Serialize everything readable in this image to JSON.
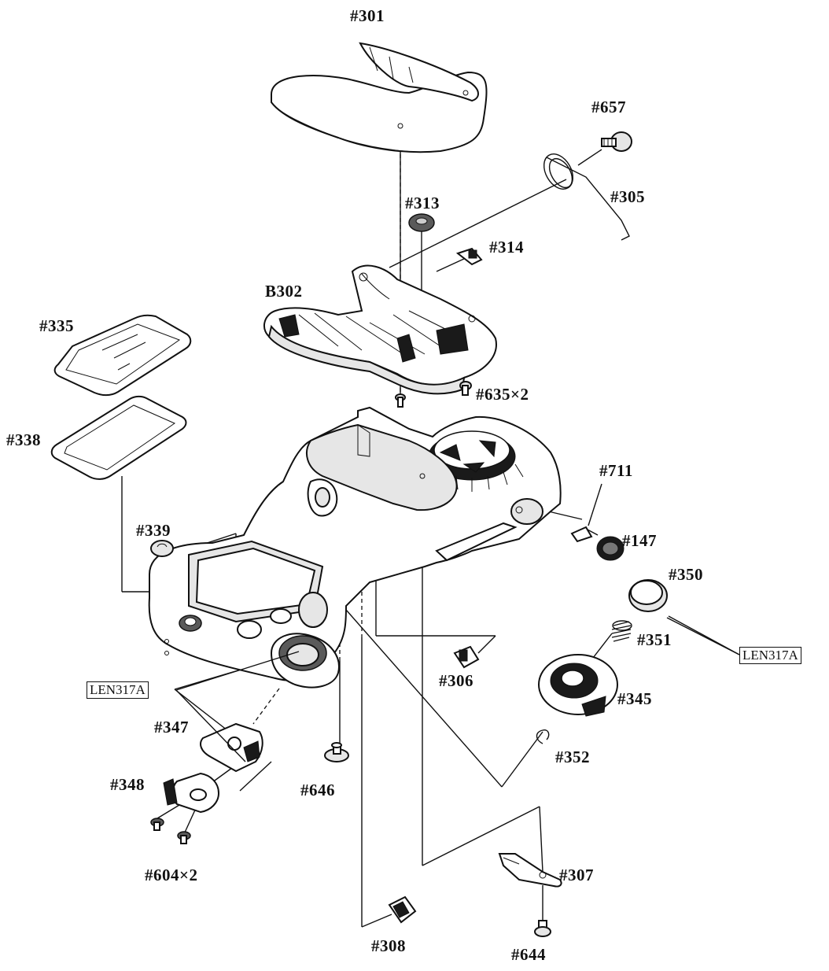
{
  "labels": {
    "p301": "#301",
    "p657": "#657",
    "p305": "#305",
    "p313": "#313",
    "p314": "#314",
    "b302": "B302",
    "p335": "#335",
    "p635": "#635×2",
    "p338": "#338",
    "p711": "#711",
    "p339": "#339",
    "p147": "#147",
    "p350": "#350",
    "p351": "#351",
    "p306": "#306",
    "p345": "#345",
    "p347": "#347",
    "p352": "#352",
    "p348": "#348",
    "p646": "#646",
    "p604": "#604×2",
    "p307": "#307",
    "p308": "#308",
    "p644": "#644"
  },
  "callouts": {
    "len_left": "LEN317A",
    "len_right": "LEN317A"
  }
}
